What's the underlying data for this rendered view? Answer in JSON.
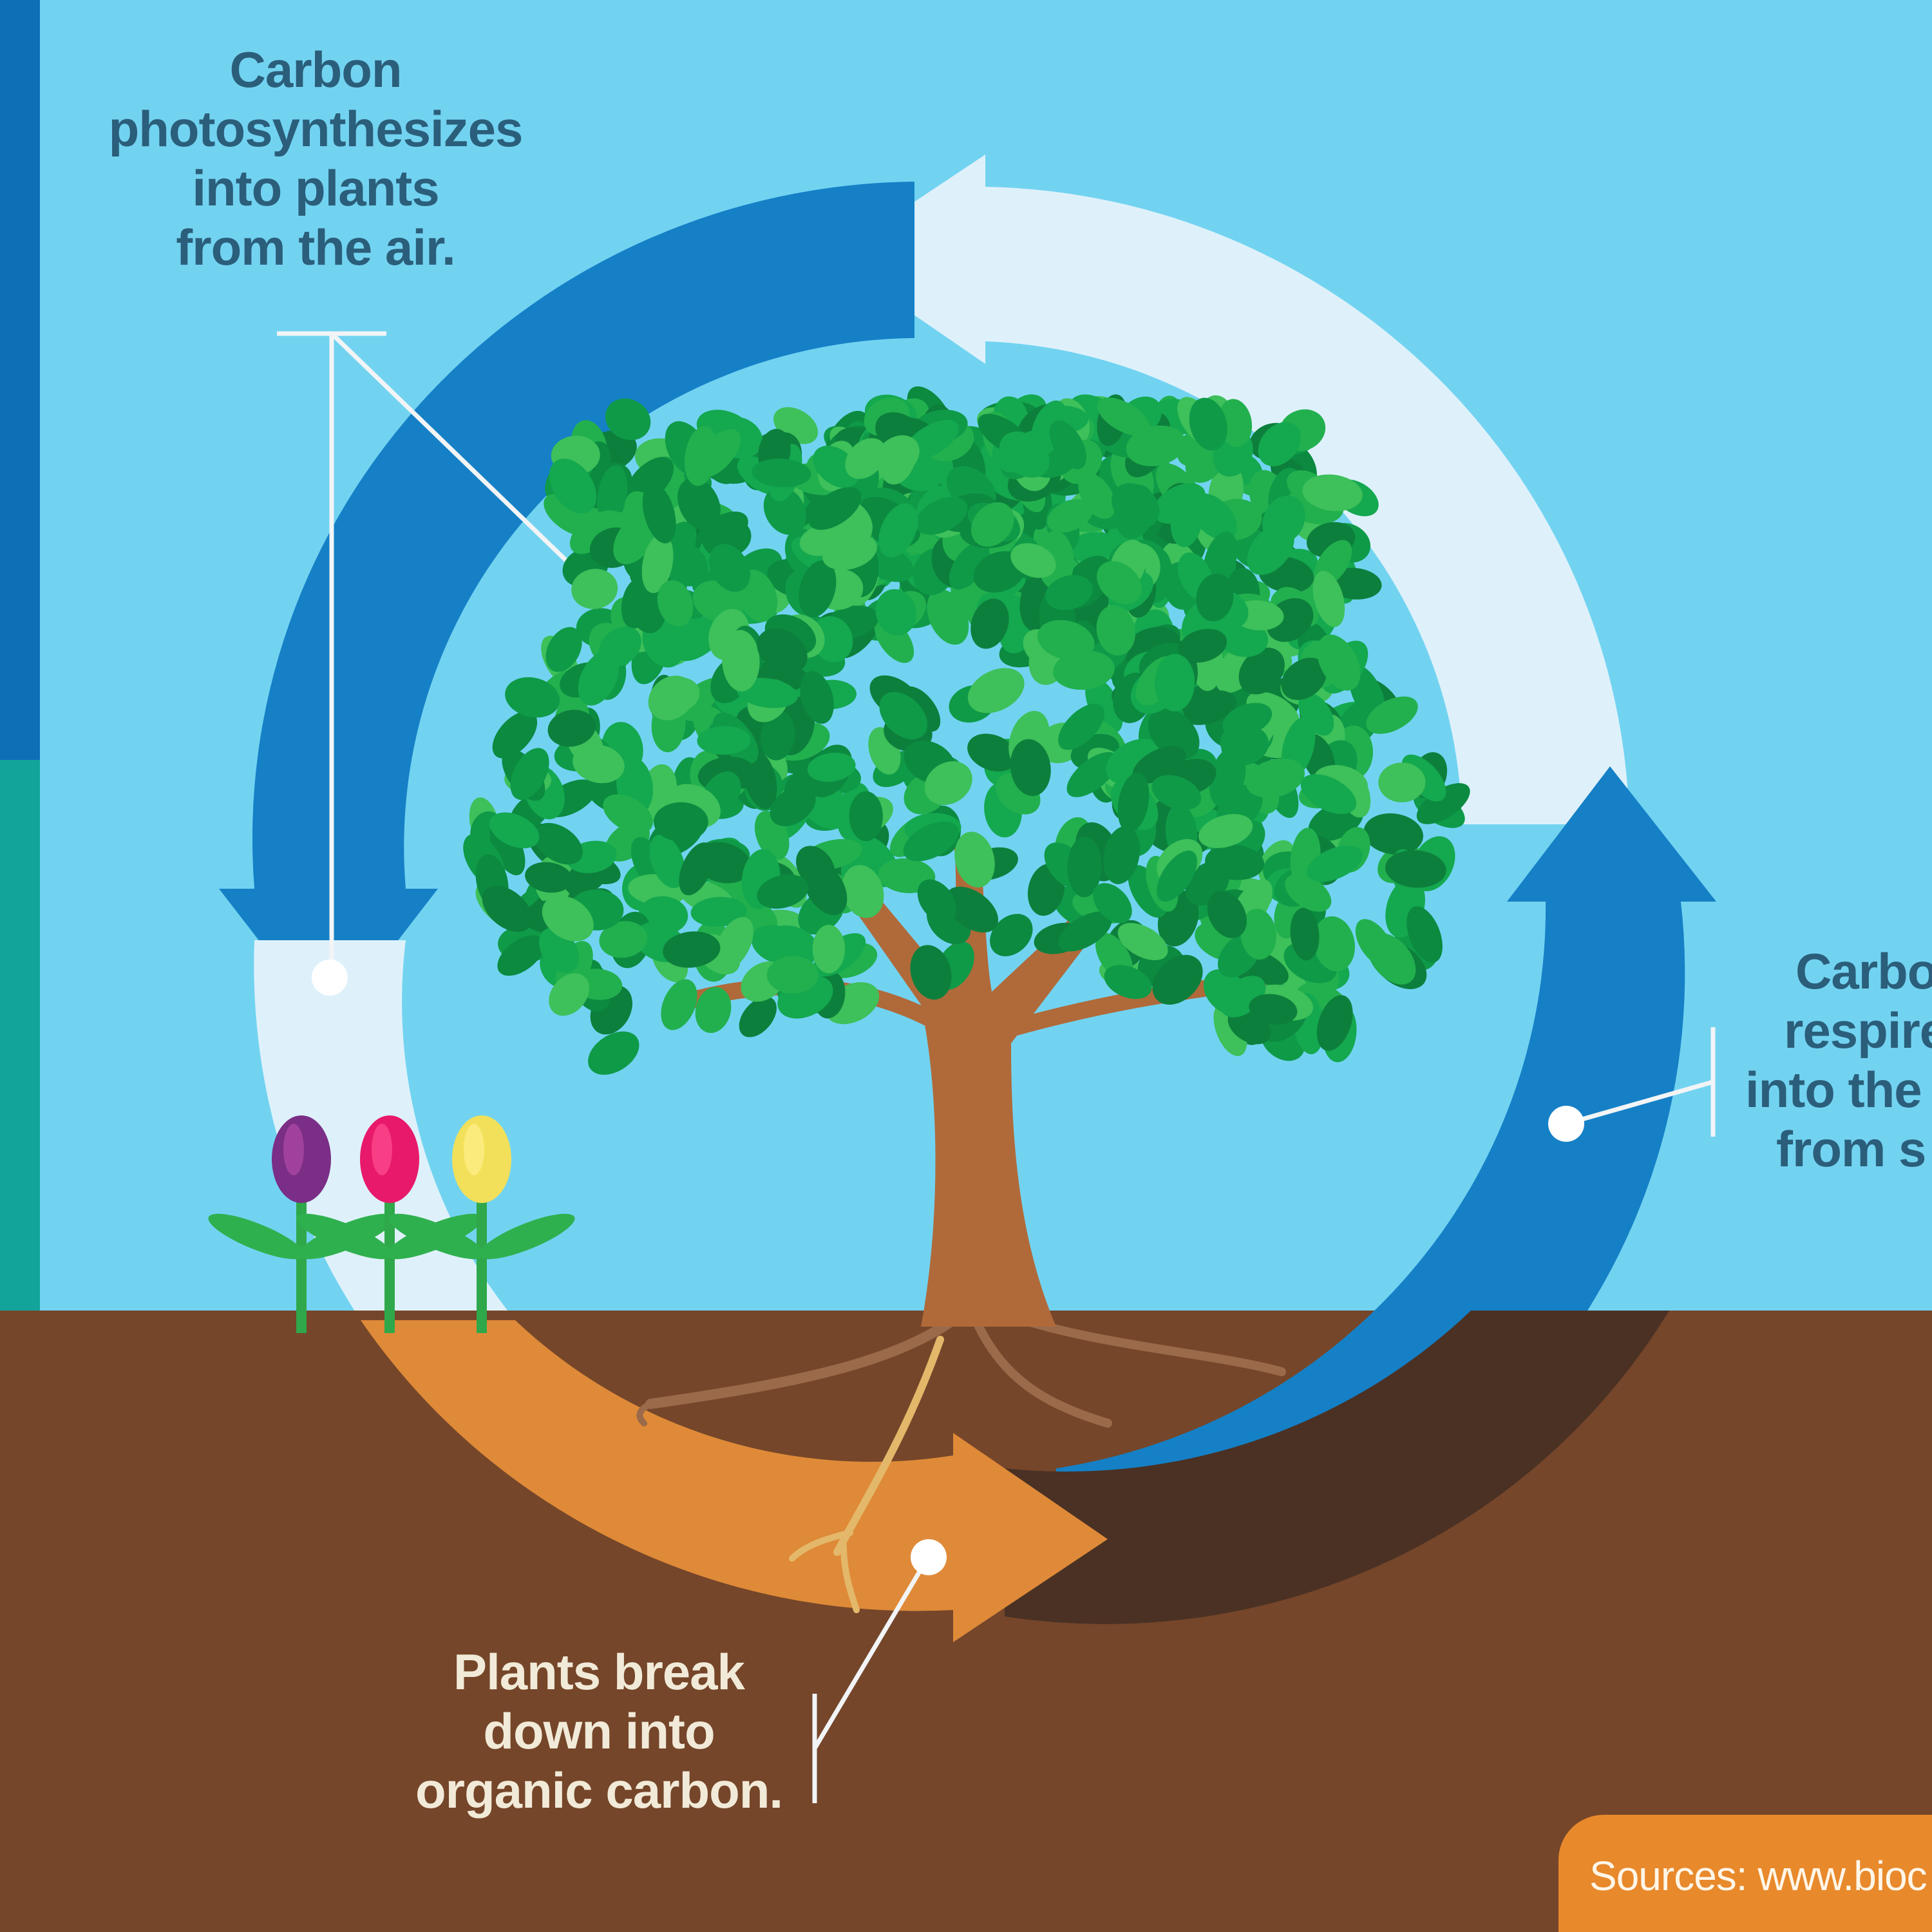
{
  "colors": {
    "sky": "#72d3f1",
    "soil": "#75462a",
    "arrow_blue": "#1580c6",
    "arrow_light": "#def1fb",
    "arrow_orange": "#df8a38",
    "arrow_dark": "#4a3124",
    "leaf_dark": "#0f9a48",
    "leaf_light": "#3ec05a",
    "trunk": "#b06a3a",
    "left_bar_blue": "#0e6fb7",
    "left_bar_teal": "#12a49a",
    "label_dark": "#2b5e7a",
    "label_light": "#f2ead8",
    "sources_bg": "#e8892c"
  },
  "labels": {
    "photosynthesis": [
      "Carbon",
      "photosynthesizes",
      "into plants",
      "from the air."
    ],
    "respiration": [
      "Carbo",
      "respire",
      "into the",
      "from s"
    ],
    "breakdown": [
      "Plants break",
      "down into",
      "organic carbon."
    ]
  },
  "sources": "Sources: www.bioc",
  "icons": {
    "tree": "tree-icon",
    "flowers": [
      "purple-tulip-icon",
      "pink-tulip-icon",
      "yellow-tulip-icon"
    ]
  }
}
